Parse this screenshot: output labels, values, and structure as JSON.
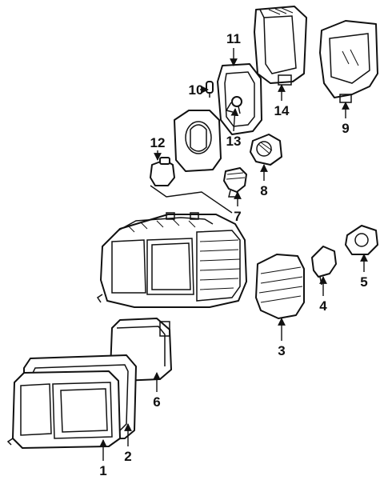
{
  "callouts": {
    "c1": "1",
    "c2": "2",
    "c3": "3",
    "c4": "4",
    "c5": "5",
    "c6": "6",
    "c7": "7",
    "c8": "8",
    "c9": "9",
    "c10": "10",
    "c11": "11",
    "c12": "12",
    "c13": "13",
    "c14": "14"
  },
  "colors": {
    "ink": "#111111",
    "paper": "#ffffff"
  }
}
